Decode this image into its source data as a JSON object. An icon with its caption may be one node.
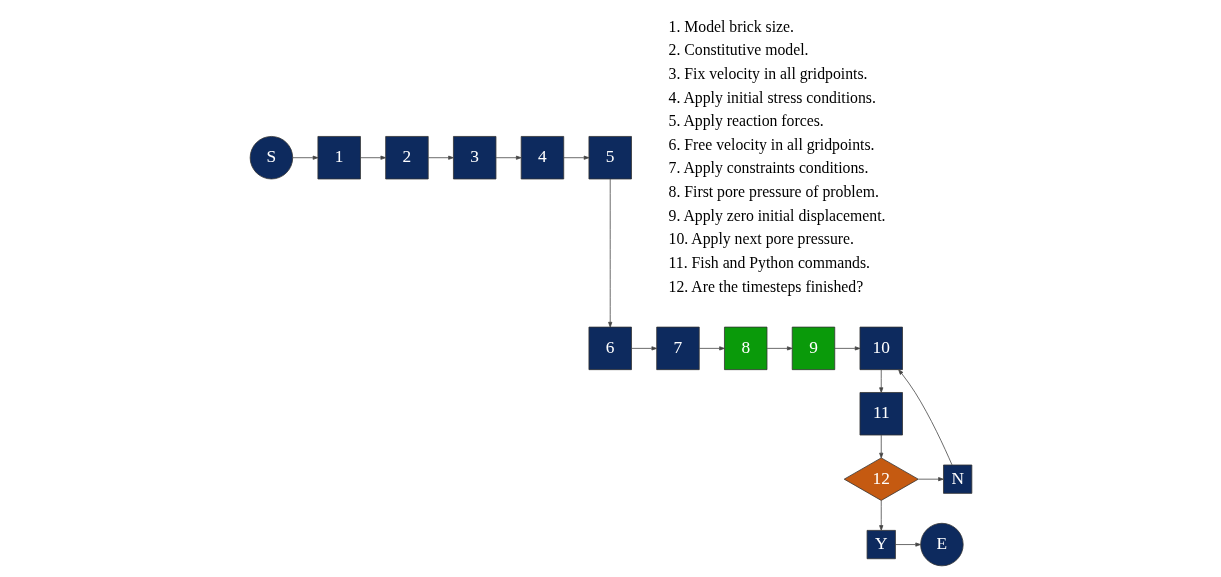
{
  "diagram": {
    "nodes": [
      {
        "text": [
          "S"
        ]
      },
      {
        "text": [
          "1"
        ]
      },
      {
        "text": [
          "2"
        ]
      },
      {
        "text": [
          "3"
        ]
      },
      {
        "text": [
          "4"
        ]
      },
      {
        "text": [
          "5"
        ]
      },
      {
        "text": [
          "6"
        ]
      },
      {
        "text": [
          "7"
        ]
      },
      {
        "text": [
          "8"
        ]
      },
      {
        "text": [
          "9"
        ]
      },
      {
        "text": [
          "10"
        ]
      },
      {
        "text": [
          "11"
        ]
      },
      {
        "text": [
          "12"
        ]
      },
      {
        "text": [
          "N"
        ]
      },
      {
        "text": [
          "Y"
        ]
      },
      {
        "text": [
          "E"
        ]
      }
    ],
    "edges": [
      {
        "from": 0,
        "to": 1,
        "arrow": "to"
      },
      {
        "from": 1,
        "to": 2,
        "arrow": "to"
      },
      {
        "from": 2,
        "to": 3,
        "arrow": "to"
      },
      {
        "from": 3,
        "to": 4,
        "arrow": "to"
      },
      {
        "from": 4,
        "to": 5,
        "arrow": "to"
      },
      {
        "from": 5,
        "to": 6,
        "arrow": "to"
      },
      {
        "from": 6,
        "to": 7,
        "arrow": "to"
      },
      {
        "from": 7,
        "to": 8,
        "arrow": "to"
      },
      {
        "from": 8,
        "to": 9,
        "arrow": "to"
      },
      {
        "from": 9,
        "to": 10,
        "arrow": "to"
      },
      {
        "from": 10,
        "to": 11,
        "arrow": "to"
      },
      {
        "from": 11,
        "to": 12,
        "arrow": "to"
      },
      {
        "from": 12,
        "to": 13,
        "arrow": "to"
      },
      {
        "from": 13,
        "to": 10,
        "arrow": "to"
      },
      {
        "from": 12,
        "to": 14,
        "arrow": "to"
      },
      {
        "from": 14,
        "to": 15,
        "arrow": "to"
      }
    ],
    "labels": [
      "1. Model brick size.",
      "2. Constitutive model.",
      "3. Fix velocity in all gridpoints.",
      "4. Apply initial stress conditions.",
      "5. Apply reaction forces.",
      "6. Free velocity in all gridpoints.",
      "7. Apply constraints conditions.",
      "8. First pore pressure of problem.",
      "9. Apply zero initial displacement.",
      "10. Apply next pore pressure.",
      "11. Fish and Python commands.",
      "12. Are the timesteps finished?"
    ]
  }
}
